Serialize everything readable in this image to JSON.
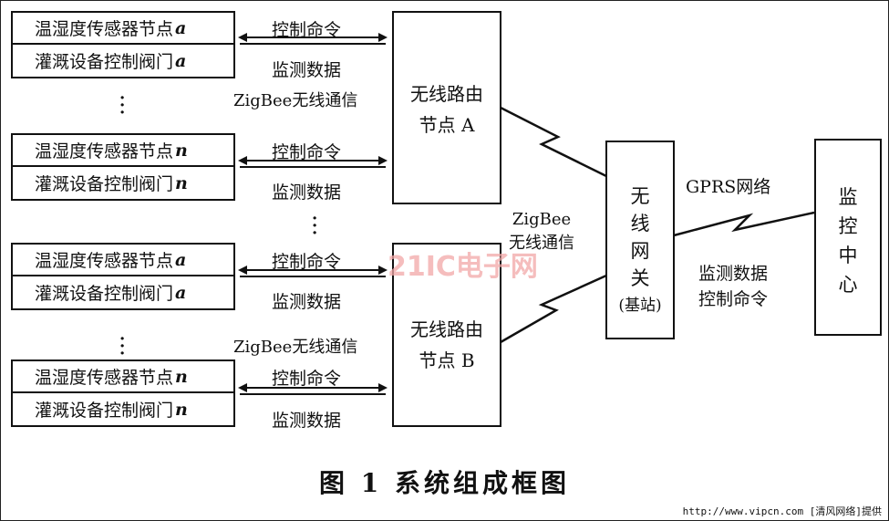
{
  "nodes": [
    {
      "sensor": "温湿度传感器节点",
      "sensor_id": "a",
      "valve": "灌溉设备控制阀门",
      "valve_id": "a"
    },
    {
      "sensor": "温湿度传感器节点",
      "sensor_id": "n",
      "valve": "灌溉设备控制阀门",
      "valve_id": "n"
    },
    {
      "sensor": "温湿度传感器节点",
      "sensor_id": "a",
      "valve": "灌溉设备控制阀门",
      "valve_id": "a"
    },
    {
      "sensor": "温湿度传感器节点",
      "sensor_id": "n",
      "valve": "灌溉设备控制阀门",
      "valve_id": "n"
    }
  ],
  "links": {
    "control": "控制命令",
    "monitor": "监测数据"
  },
  "zigbee_label": "ZigBee无线通信",
  "zigbee_center": {
    "line1": "ZigBee",
    "line2": "无线通信"
  },
  "router_a": {
    "line1": "无线路由",
    "line2": "节点 A"
  },
  "router_b": {
    "line1": "无线路由",
    "line2": "节点 B"
  },
  "gateway": {
    "chars": [
      "无",
      "线",
      "网",
      "关"
    ],
    "note": "(基站)"
  },
  "gprs": {
    "label": "GPRS网络",
    "data1": "监测数据",
    "data2": "控制命令"
  },
  "center": {
    "chars": [
      "监",
      "控",
      "中",
      "心"
    ]
  },
  "caption": "图 1    系统组成框图",
  "watermark": "21IC电子网",
  "footer": "http://www.vipcn.com [清风网络]提供"
}
